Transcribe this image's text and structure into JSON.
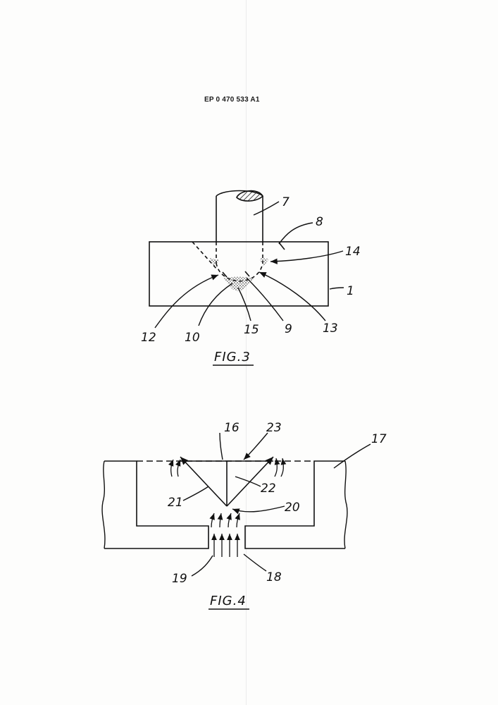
{
  "header": {
    "publication_number": "EP 0 470 533 A1"
  },
  "figures": [
    {
      "caption": "FIG.3",
      "reference_numerals": [
        "7",
        "8",
        "14",
        "1",
        "12",
        "10",
        "15",
        "9",
        "13"
      ]
    },
    {
      "caption": "FIG.4",
      "reference_numerals": [
        "16",
        "23",
        "17",
        "21",
        "22",
        "20",
        "19",
        "18"
      ]
    }
  ]
}
